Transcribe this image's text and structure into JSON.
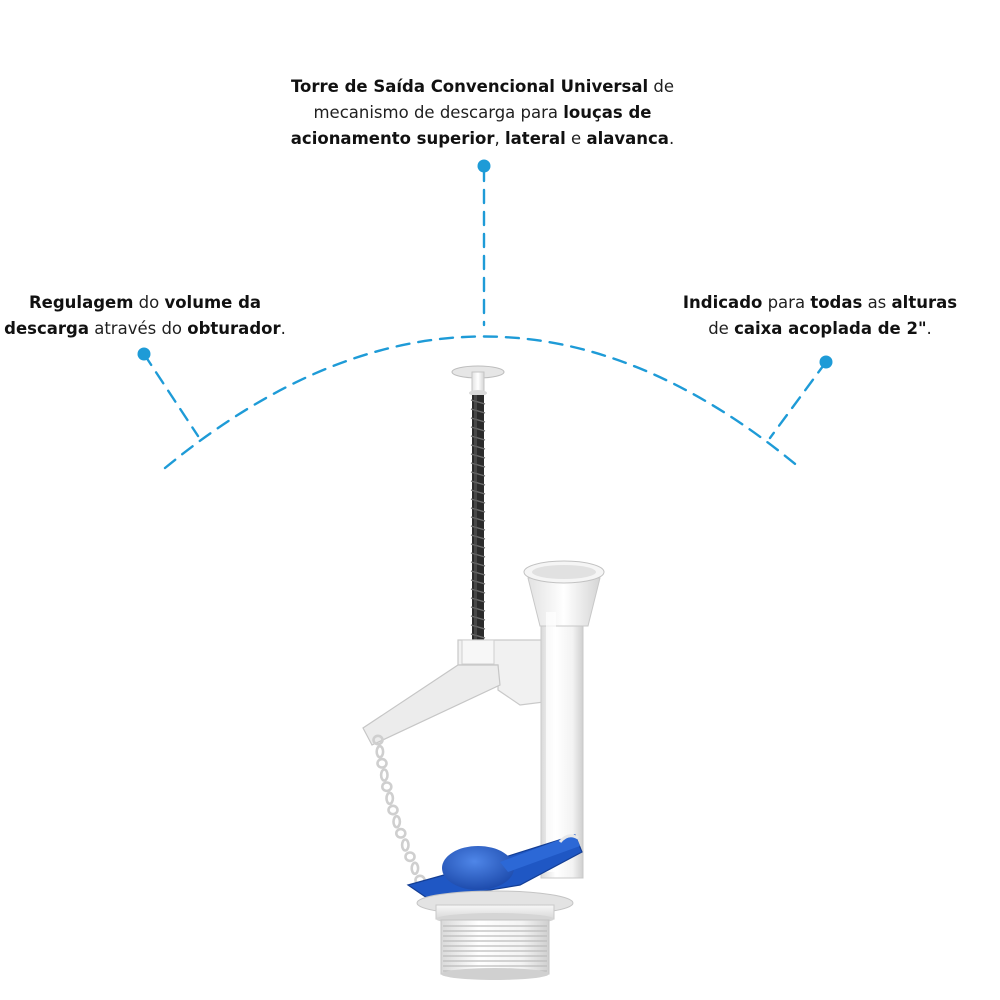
{
  "accent_color": "#1e9bd7",
  "product_colors": {
    "body": "#f2f2f2",
    "flapper": "#1f57c4",
    "rod": "#2a2a2a"
  },
  "callouts": {
    "top": {
      "lines": [
        [
          {
            "text": "Torre de Saída Convencional Universal",
            "bold": true
          },
          {
            "text": " de",
            "bold": false
          }
        ],
        [
          {
            "text": "mecanismo de descarga para ",
            "bold": false
          },
          {
            "text": "louças de",
            "bold": true
          }
        ],
        [
          {
            "text": "acionamento superior",
            "bold": true
          },
          {
            "text": ", ",
            "bold": false
          },
          {
            "text": "lateral",
            "bold": true
          },
          {
            "text": " e ",
            "bold": false
          },
          {
            "text": "alavanca",
            "bold": true
          },
          {
            "text": ".",
            "bold": false
          }
        ]
      ]
    },
    "left": {
      "lines": [
        [
          {
            "text": "Regulagem",
            "bold": true
          },
          {
            "text": " do ",
            "bold": false
          },
          {
            "text": "volume da",
            "bold": true
          }
        ],
        [
          {
            "text": "descarga",
            "bold": true
          },
          {
            "text": " através do ",
            "bold": false
          },
          {
            "text": "obturador",
            "bold": true
          },
          {
            "text": ".",
            "bold": false
          }
        ]
      ]
    },
    "right": {
      "lines": [
        [
          {
            "text": "Indicado",
            "bold": true
          },
          {
            "text": " para ",
            "bold": false
          },
          {
            "text": "todas",
            "bold": true
          },
          {
            "text": " as ",
            "bold": false
          },
          {
            "text": "alturas",
            "bold": true
          }
        ],
        [
          {
            "text": "de ",
            "bold": false
          },
          {
            "text": "caixa acoplada de 2\"",
            "bold": true
          },
          {
            "text": ".",
            "bold": false
          }
        ]
      ]
    }
  },
  "icons": {
    "product": "flush-valve-tower-image",
    "marker": "callout-dot-icon"
  }
}
